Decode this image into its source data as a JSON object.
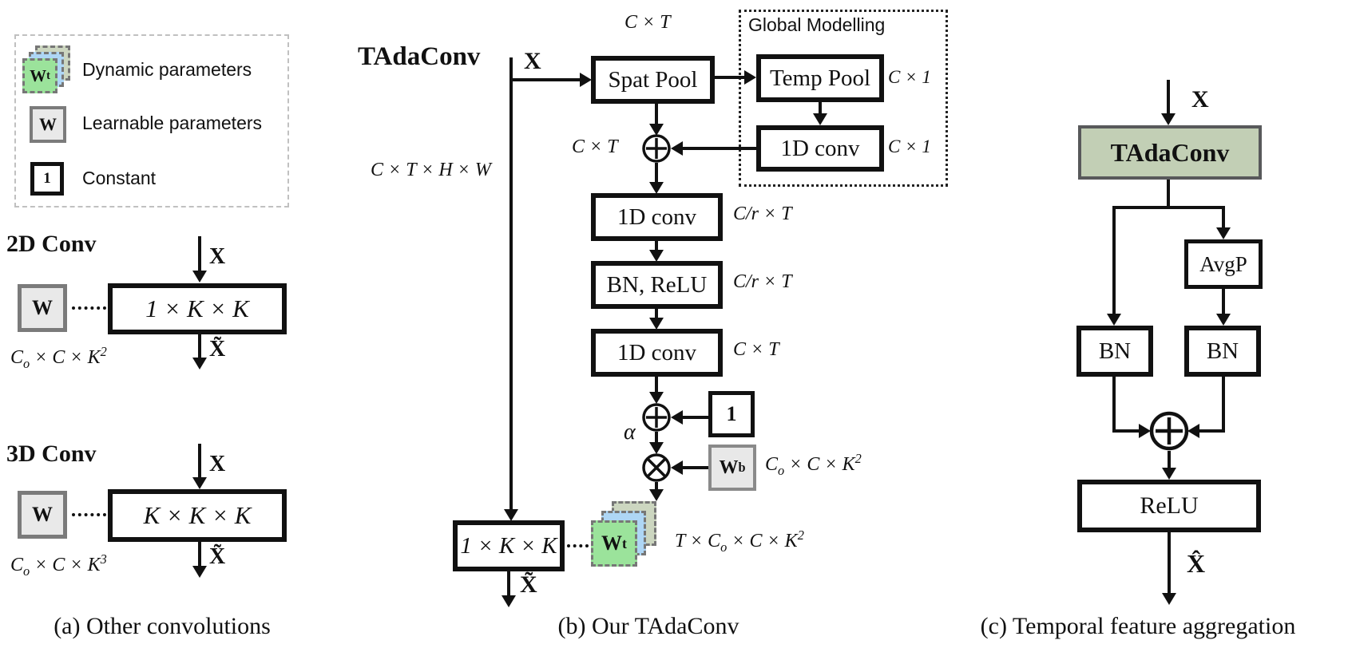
{
  "figure": {
    "legend": {
      "items": [
        {
          "symbol": "W_t",
          "label": "Dynamic parameters"
        },
        {
          "symbol": "W",
          "label": "Learnable parameters"
        },
        {
          "symbol": "1",
          "label": "Constant"
        }
      ]
    },
    "colors": {
      "dynamic_front": "#9be39b",
      "dynamic_mid": "#aed6f5",
      "dynamic_back": "#ccd6c0",
      "learnable_fill": "#e9e9e9",
      "tadaconv_fill": "#c2cfb5"
    },
    "panel_a": {
      "caption": "(a) Other convolutions",
      "conv2d": {
        "title": "2D Conv",
        "input": "X",
        "output": "X̃",
        "weight": "W",
        "weight_dims": "C_o × C × K^2",
        "kernel": "1 × K × K"
      },
      "conv3d": {
        "title": "3D Conv",
        "input": "X",
        "output": "X̃",
        "weight": "W",
        "weight_dims": "C_o × C × K^3",
        "kernel": "K × K × K"
      }
    },
    "panel_b": {
      "caption": "(b) Our TAdaConv",
      "title": "TAdaConv",
      "input": "X",
      "input_dims": "C × T × H × W",
      "spat_pool": "Spat Pool",
      "spat_pool_dims": "C × T",
      "global_modelling": {
        "title": "Global Modelling",
        "temp_pool": "Temp Pool",
        "temp_pool_dims": "C × 1",
        "conv1d": "1D conv",
        "conv1d_dims": "C × 1"
      },
      "add_dims": "C × T",
      "conv1d_reduce": "1D conv",
      "conv1d_reduce_dims": "C/r × T",
      "bn_relu": "BN, ReLU",
      "bn_relu_dims": "C/r × T",
      "conv1d_expand": "1D conv",
      "conv1d_expand_dims": "C × T",
      "alpha": "α",
      "constant": "1",
      "weight_b": "W_b",
      "weight_b_dims": "C_o × C × K^2",
      "weight_t": "W_t",
      "weight_t_dims": "T × C_o × C × K^2",
      "kernel": "1 × K × K",
      "output": "X̃"
    },
    "panel_c": {
      "caption": "(c) Temporal feature aggregation",
      "input": "X",
      "tadaconv": "TAdaConv",
      "avg_pool": "AvgP",
      "bn_left": "BN",
      "bn_right": "BN",
      "relu": "ReLU",
      "output": "X̂"
    }
  }
}
